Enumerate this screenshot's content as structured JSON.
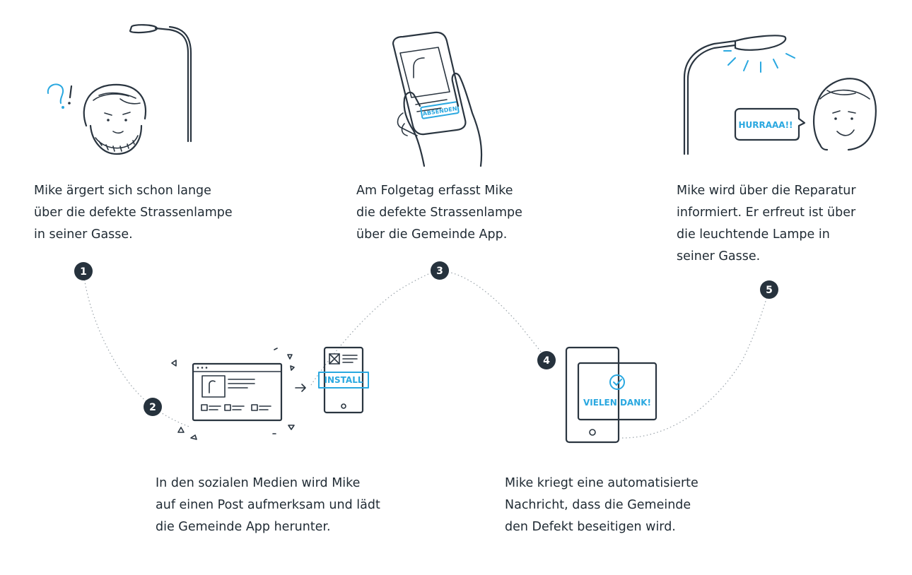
{
  "steps": [
    {
      "number": "1",
      "lines": [
        "Mike ärgert sich schon lange",
        "über die defekte Strassenlampe",
        "in seiner Gasse."
      ]
    },
    {
      "number": "2",
      "lines": [
        "In den sozialen Medien wird Mike",
        "auf einen Post aufmerksam und lädt",
        "die Gemeinde App herunter."
      ]
    },
    {
      "number": "3",
      "lines": [
        "Am Folgetag erfasst Mike",
        "die defekte Strassenlampe",
        "über die Gemeinde App."
      ]
    },
    {
      "number": "4",
      "lines": [
        "Mike kriegt eine automatisierte",
        "Nachricht, dass die Gemeinde",
        "den Defekt beseitigen wird."
      ]
    },
    {
      "number": "5",
      "lines": [
        "Mike wird über die Reparatur",
        "informiert. Er erfreut ist über",
        "die leuchtende Lampe in",
        "seiner Gasse."
      ]
    }
  ],
  "illustration_labels": {
    "submit_button": "ABSENDEN",
    "install_button": "INSTALL",
    "thanks_message": "VIELEN DANK!",
    "cheer_bubble": "HURRAAA!!"
  },
  "colors": {
    "ink": "#2a3540",
    "accent": "#2aa8e0",
    "badge": "#26323d",
    "text": "#1f2a33"
  },
  "icons": [
    "street-lamp-icon",
    "confused-person-icon",
    "hand-phone-icon",
    "browser-window-icon",
    "phone-install-icon",
    "phone-thanks-icon",
    "lit-street-lamp-icon",
    "happy-person-icon",
    "speech-bubble-icon"
  ]
}
